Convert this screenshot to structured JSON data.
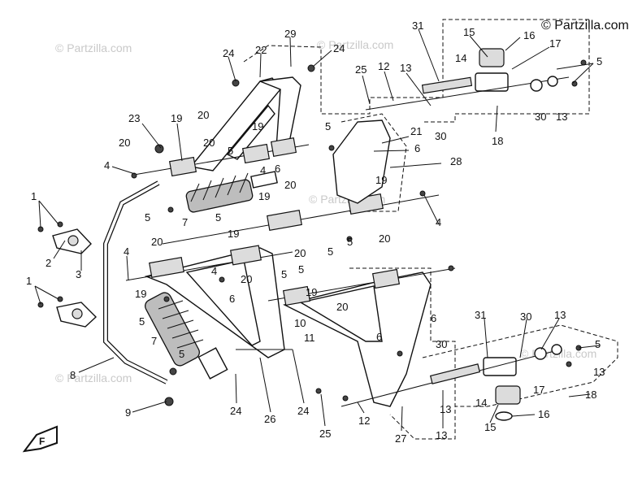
{
  "watermarks": [
    "© Partzilla.com",
    "© Partzilla.com",
    "© Partzilla.com",
    "© Partzilla.com",
    "© Partzilla.com"
  ],
  "watermark_main": "© Partzilla.com",
  "arrow_label": "F",
  "callouts": [
    "24",
    "22",
    "29",
    "24",
    "31",
    "15",
    "16",
    "17",
    "5",
    "14",
    "25",
    "12",
    "13",
    "13",
    "30",
    "30",
    "18",
    "23",
    "19",
    "20",
    "20",
    "19",
    "5",
    "21",
    "6",
    "4",
    "20",
    "5",
    "4",
    "6",
    "28",
    "20",
    "19",
    "1",
    "5",
    "19",
    "7",
    "5",
    "5",
    "4",
    "2",
    "3",
    "4",
    "20",
    "19",
    "20",
    "5",
    "4",
    "5",
    "20",
    "5",
    "6",
    "19",
    "20",
    "19",
    "1",
    "5",
    "7",
    "6",
    "5",
    "20",
    "10",
    "11",
    "6",
    "31",
    "30",
    "13",
    "5",
    "30",
    "13",
    "17",
    "8",
    "14",
    "15",
    "16",
    "18",
    "9",
    "24",
    "26",
    "24",
    "25",
    "12",
    "27",
    "13",
    "13"
  ]
}
